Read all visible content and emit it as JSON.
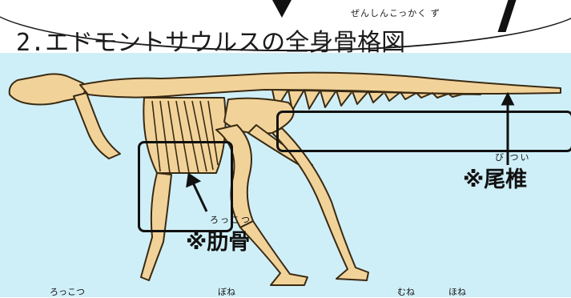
{
  "header": {
    "title": "2.エドモントサウルスの全身骨格図",
    "title_ruby": "ぜんしんこっかく ず"
  },
  "labels": {
    "rib_label": "※肋骨",
    "rib_ruby": "ろっこつ",
    "tail_label": "※尾椎",
    "tail_ruby": "び つい"
  },
  "footer_ruby": [
    "ろっこつ",
    "ぼね",
    "むね",
    "ほね"
  ],
  "colors": {
    "bone": "#f1d39a",
    "bone_outline": "#3a2a12",
    "panel_bg": "#cfeff8",
    "box": "#111111"
  }
}
